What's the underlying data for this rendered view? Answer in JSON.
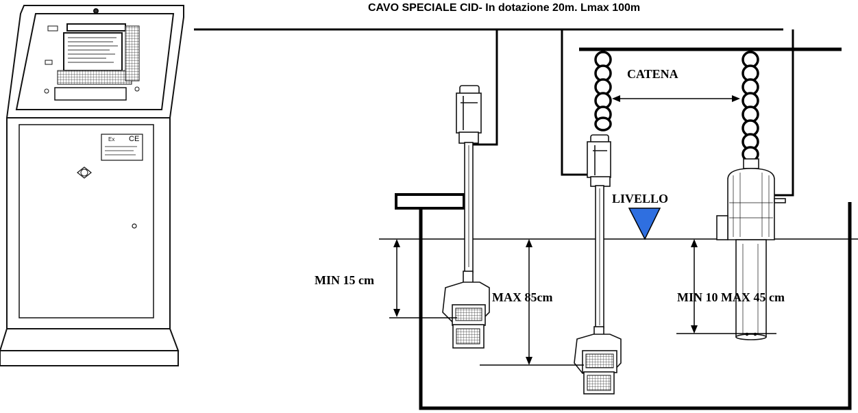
{
  "diagram": {
    "cable_label": "CAVO SPECIALE CID- In dotazione 20m. Lmax 100m",
    "chain_label": "CATENA",
    "level_label": "LIVELLO",
    "dim_min15": "MIN 15 cm",
    "dim_max85": "MAX 85cm",
    "dim_min10max45": "MIN 10 MAX 45 cm",
    "cabinet_badge_text": "CE",
    "colors": {
      "level_marker": "#2f6fe0",
      "line": "#000000",
      "background": "#ffffff"
    },
    "icons": {
      "control_cabinet": "control-cabinet-icon",
      "sensor_probe": "submersible-probe-icon",
      "electrode_sensor": "electrode-sensor-icon",
      "level_marker": "level-triangle-icon"
    }
  }
}
